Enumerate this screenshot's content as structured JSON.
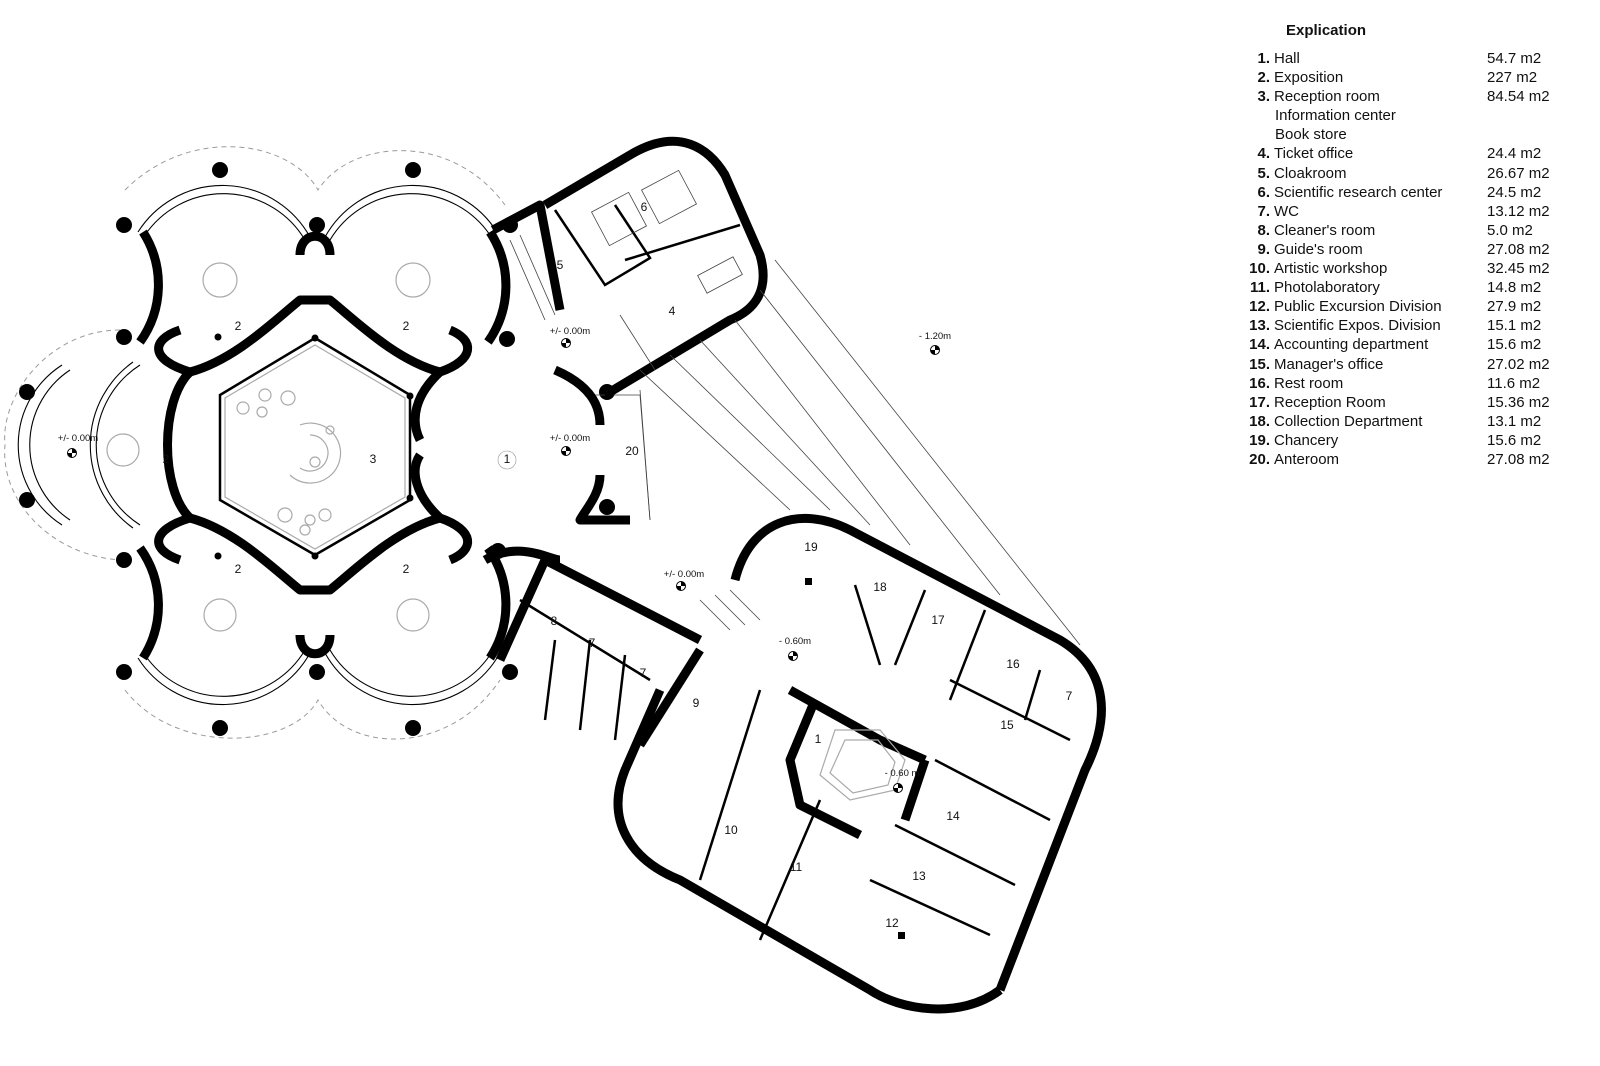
{
  "explication": {
    "title": "Explication",
    "rooms": [
      {
        "num": "1.",
        "name": "Hall",
        "area": "54.7 m2"
      },
      {
        "num": "2.",
        "name": "Exposition",
        "area": "227 m2"
      },
      {
        "num": "3.",
        "name": "Reception room",
        "area": "84.54 m2",
        "extra": [
          "Information center",
          "Book store"
        ]
      },
      {
        "num": "4.",
        "name": "Ticket office",
        "area": "24.4 m2"
      },
      {
        "num": "5.",
        "name": "Cloakroom",
        "area": "26.67 m2"
      },
      {
        "num": "6.",
        "name": "Scientific research center",
        "area": "24.5 m2"
      },
      {
        "num": "7.",
        "name": "WC",
        "area": "13.12 m2"
      },
      {
        "num": "8.",
        "name": "Cleaner's room",
        "area": "5.0 m2"
      },
      {
        "num": "9.",
        "name": "Guide's room",
        "area": "27.08 m2"
      },
      {
        "num": "10.",
        "name": "Artistic workshop",
        "area": "32.45 m2"
      },
      {
        "num": "11.",
        "name": "Photolaboratory",
        "area": "14.8 m2"
      },
      {
        "num": "12.",
        "name": "Public Excursion Division",
        "area": "27.9 m2"
      },
      {
        "num": "13.",
        "name": "Scientific Expos. Division",
        "area": "15.1 m2"
      },
      {
        "num": "14.",
        "name": "Accounting department",
        "area": "15.6 m2"
      },
      {
        "num": "15.",
        "name": "Manager's office",
        "area": "27.02 m2"
      },
      {
        "num": "16.",
        "name": "Rest room",
        "area": "11.6 m2"
      },
      {
        "num": "17.",
        "name": "Reception Room",
        "area": "15.36 m2"
      },
      {
        "num": "18.",
        "name": "Collection Department",
        "area": "13.1 m2"
      },
      {
        "num": "19.",
        "name": "Chancery",
        "area": "15.6 m2"
      },
      {
        "num": "20.",
        "name": "Anteroom",
        "area": "27.08 m2"
      }
    ]
  },
  "plan": {
    "room_labels": [
      "1",
      "2",
      "3",
      "4",
      "5",
      "6",
      "7",
      "8",
      "9",
      "10",
      "11",
      "12",
      "13",
      "14",
      "15",
      "16",
      "17",
      "18",
      "19",
      "20"
    ],
    "levels": [
      "+/- 0.00m",
      "- 1.20m",
      "- 0.60m",
      "- 0.60 m"
    ]
  }
}
